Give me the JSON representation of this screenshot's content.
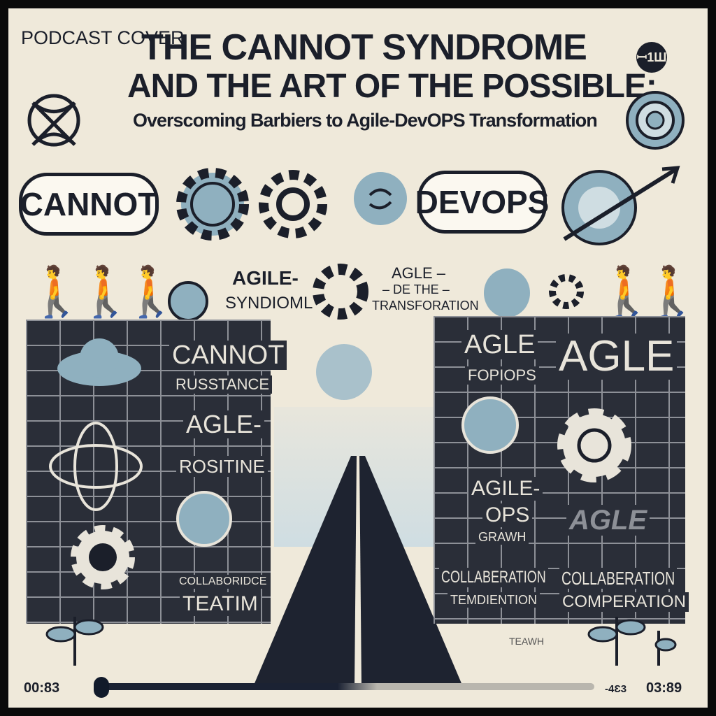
{
  "header": {
    "label": "PODCAST COVER",
    "title_line1": "THE CANNOT SYNDROME",
    "title_line2": "AND THE ART OF THE POSSIBLE:",
    "subtitle": "Overscoming Barbiers to Agile-DevOPS Transformation",
    "badge": "ꟷ1Ш"
  },
  "bubbles": {
    "left": "CANNOT",
    "right": "DEVOPS"
  },
  "middle": {
    "left_line1": "AGILE-",
    "left_line2": "SYNDIOML",
    "right_line1": "AGLE –",
    "right_line2": "– DE THE –",
    "right_line3": "TRANSFORATION"
  },
  "left_wall": {
    "l1": "CANNOT",
    "l2": "RUSSTANCE",
    "l3": "AGLE-",
    "l4": "ROSITINE",
    "l5": "COLLABORIDCE",
    "l6": "TEATIM"
  },
  "right_wall": {
    "l1": "AGLE",
    "l2": "FOPIOPS",
    "l3": "AGLE",
    "l4": "AGILE-",
    "l5": "OPS",
    "l6": "GRAWH",
    "l7": "COLLABERATION",
    "l8": "TEMDIENTION",
    "l9": "COLLABERATION",
    "l10": "COMPERATION",
    "l11": "AGLE"
  },
  "ground_text": "TEAWH",
  "player": {
    "elapsed": "00:83",
    "remaining": "-4Ɛ3",
    "total": "03:89",
    "progress": 0.5,
    "accent": "#1b2233"
  },
  "colors": {
    "background": "#efe9da",
    "ink": "#1b1f2a",
    "blue": "#8fb0bf"
  }
}
